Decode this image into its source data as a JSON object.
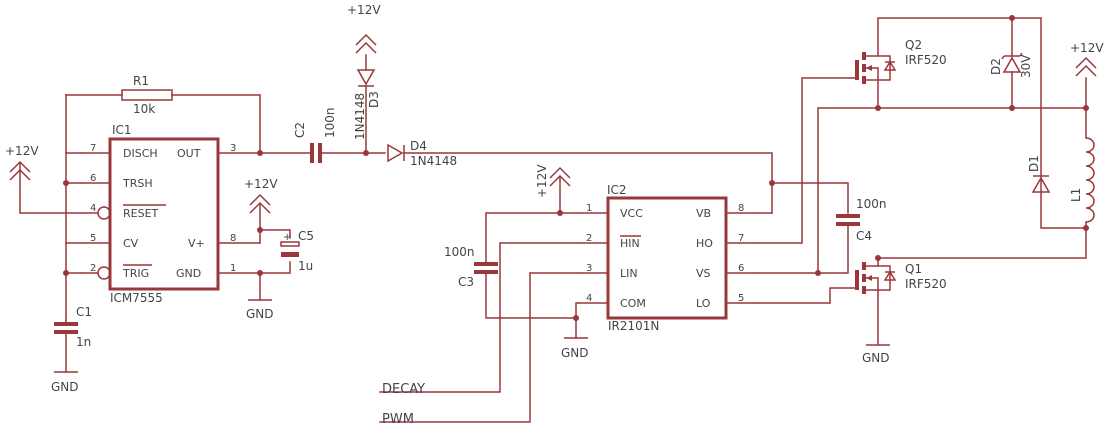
{
  "supply": "+12V",
  "ground": "GND",
  "ic1": {
    "name": "IC1",
    "part": "ICM7555",
    "pins": [
      {
        "num": "7",
        "label": "DISCH"
      },
      {
        "num": "6",
        "label": "TRSH"
      },
      {
        "num": "4",
        "label": "RESET"
      },
      {
        "num": "5",
        "label": "CV"
      },
      {
        "num": "2",
        "label": "TRIG"
      },
      {
        "num": "3",
        "label": "OUT"
      },
      {
        "num": "8",
        "label": "V+"
      },
      {
        "num": "1",
        "label": "GND"
      }
    ]
  },
  "ic2": {
    "name": "IC2",
    "part": "IR2101N",
    "pins": [
      {
        "num": "1",
        "label": "VCC"
      },
      {
        "num": "2",
        "label": "HIN"
      },
      {
        "num": "3",
        "label": "LIN"
      },
      {
        "num": "4",
        "label": "COM"
      },
      {
        "num": "8",
        "label": "VB"
      },
      {
        "num": "7",
        "label": "HO"
      },
      {
        "num": "6",
        "label": "VS"
      },
      {
        "num": "5",
        "label": "LO"
      }
    ]
  },
  "components": {
    "r1": {
      "name": "R1",
      "value": "10k"
    },
    "c1": {
      "name": "C1",
      "value": "1n"
    },
    "c2": {
      "name": "C2",
      "value": "100n"
    },
    "c3": {
      "name": "C3",
      "value": "100n"
    },
    "c4": {
      "name": "C4",
      "value": "100n"
    },
    "c5": {
      "name": "C5",
      "value": "1u"
    },
    "d1": {
      "name": "D1"
    },
    "d2": {
      "name": "D2",
      "value": "30V"
    },
    "d3": {
      "name": "D3",
      "value": "1N4148"
    },
    "d4": {
      "name": "D4",
      "value": "1N4148"
    },
    "q1": {
      "name": "Q1",
      "value": "IRF520"
    },
    "q2": {
      "name": "Q2",
      "value": "IRF520"
    },
    "l1": {
      "name": "L1"
    }
  },
  "signals": {
    "decay": "DECAY",
    "pwm": "PWM"
  },
  "colors": {
    "wire": "#99373b",
    "text": "#444444",
    "background": "#ffffff"
  }
}
